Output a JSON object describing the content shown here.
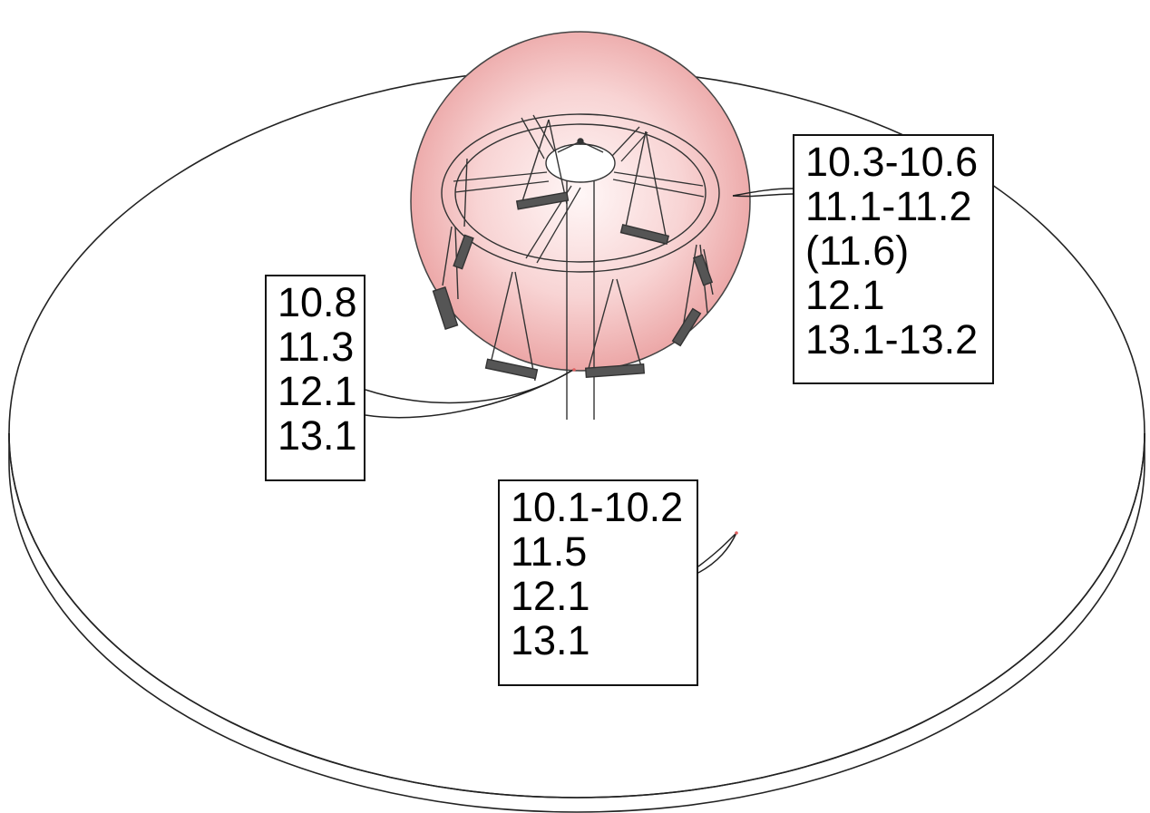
{
  "colors": {
    "sphere_fill": "#f2b8b8",
    "sphere_center": "#fff6f6",
    "sphere_edge": "#e06868",
    "line": "#222222",
    "leader_tip": "#e06060",
    "background": "#ffffff"
  },
  "icons": {
    "sphere": "zone-sphere-icon",
    "structure": "carousel-ride-icon"
  },
  "labels": {
    "left": [
      "10.8",
      "11.3",
      "12.1",
      "13.1"
    ],
    "right": [
      "10.3-10.6",
      "11.1-11.2",
      "(11.6)",
      "12.1",
      "13.1-13.2"
    ],
    "bottom": [
      "10.1-10.2",
      "11.5",
      "12.1",
      "13.1"
    ]
  }
}
